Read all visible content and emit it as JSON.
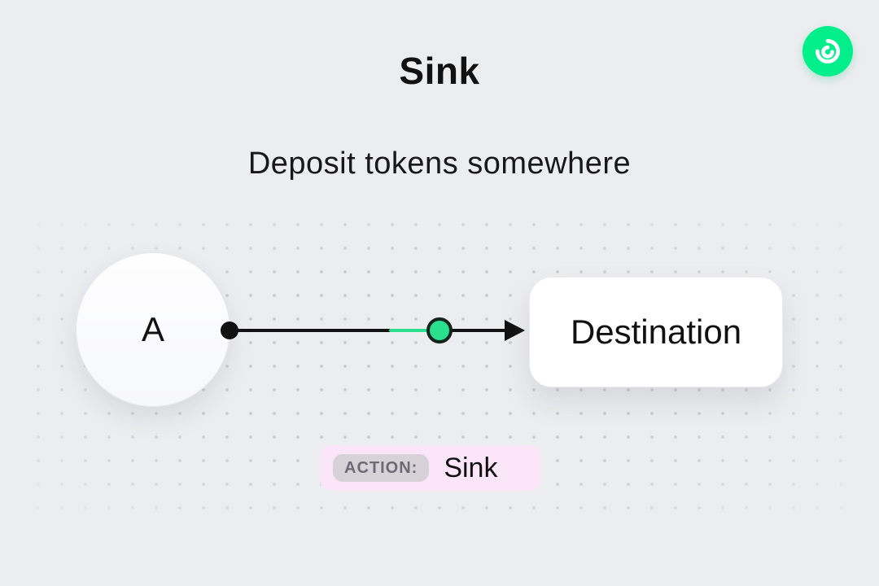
{
  "header": {
    "title": "Sink",
    "subtitle": "Deposit tokens somewhere"
  },
  "diagram": {
    "source_label": "A",
    "destination_label": "Destination",
    "action_badge": "ACTION:",
    "action_value": "Sink"
  },
  "icons": {
    "logo": "flow-logo-icon"
  },
  "colors": {
    "accent_green": "#00EF8B",
    "token_green": "#2BE08C",
    "page_bg": "#ECEDEF",
    "ink": "#111111",
    "action_pill_bg": "#FAE6F8",
    "action_badge_bg": "#D7D1D8",
    "action_badge_text": "#6F6876"
  }
}
